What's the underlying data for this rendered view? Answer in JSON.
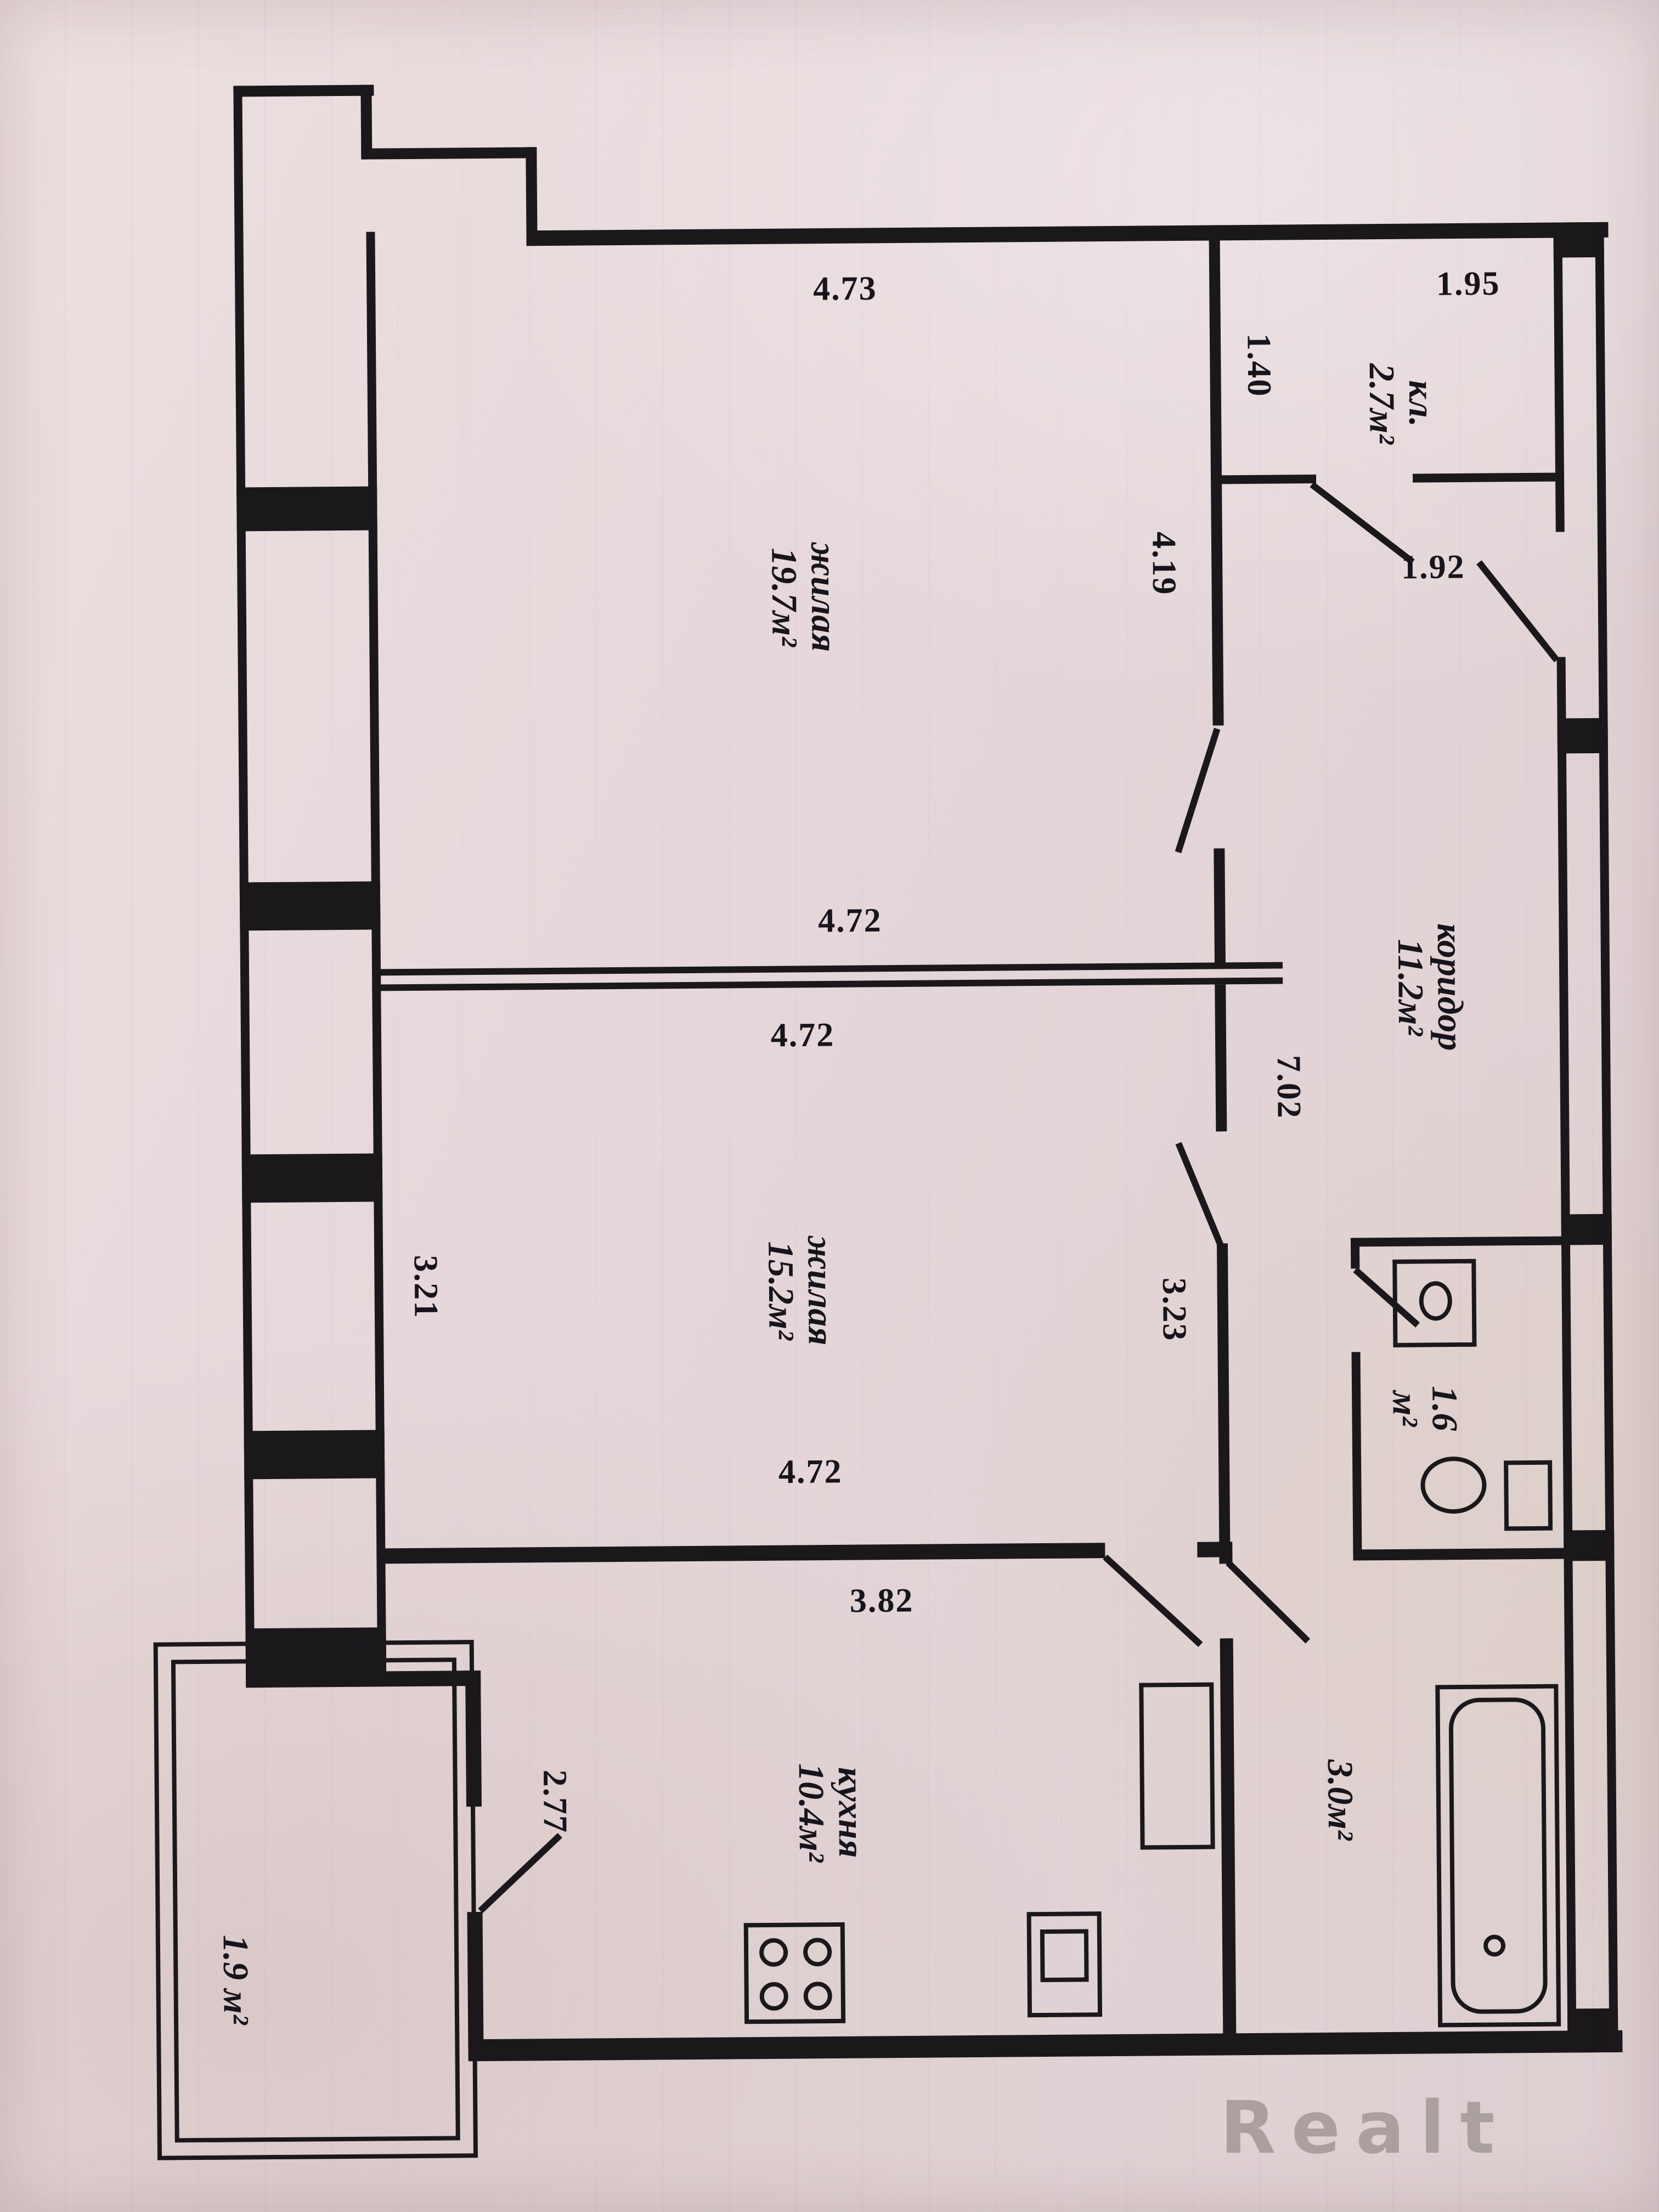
{
  "colors": {
    "paper": "#e5d7d8",
    "ink": "#1b181c",
    "watermark_gray": "#8a827d"
  },
  "watermark": {
    "text": "Realt"
  },
  "labels": {
    "dim_top_room1": "4.73",
    "dim_top_closet": "1.95",
    "dim_closet_side": "1.40",
    "closet_name": "кл.",
    "closet_area": "2.7м²",
    "dim_entry": "1.92",
    "room1_name": "жилая",
    "room1_area": "19.7м²",
    "dim_room1_side": "4.19",
    "dim_room1_bottom": "4.72",
    "dim_room2_top": "4.72",
    "corridor_name": "коридор",
    "corridor_area": "11.2м²",
    "dim_corridor_len": "7.02",
    "room2_name": "жилая",
    "room2_area": "15.2м²",
    "dim_room2_left": "3.21",
    "dim_room2_right": "3.23",
    "dim_room2_bottom": "4.72",
    "dim_kitchen_top": "3.82",
    "kitchen_name": "кухня",
    "kitchen_area": "10.4м²",
    "dim_kitchen_left": "2.77",
    "wc_area_value": "1.6",
    "wc_area_unit": "м²",
    "bath_area": "3.0м²",
    "balcony_area": "1.9 м²"
  }
}
